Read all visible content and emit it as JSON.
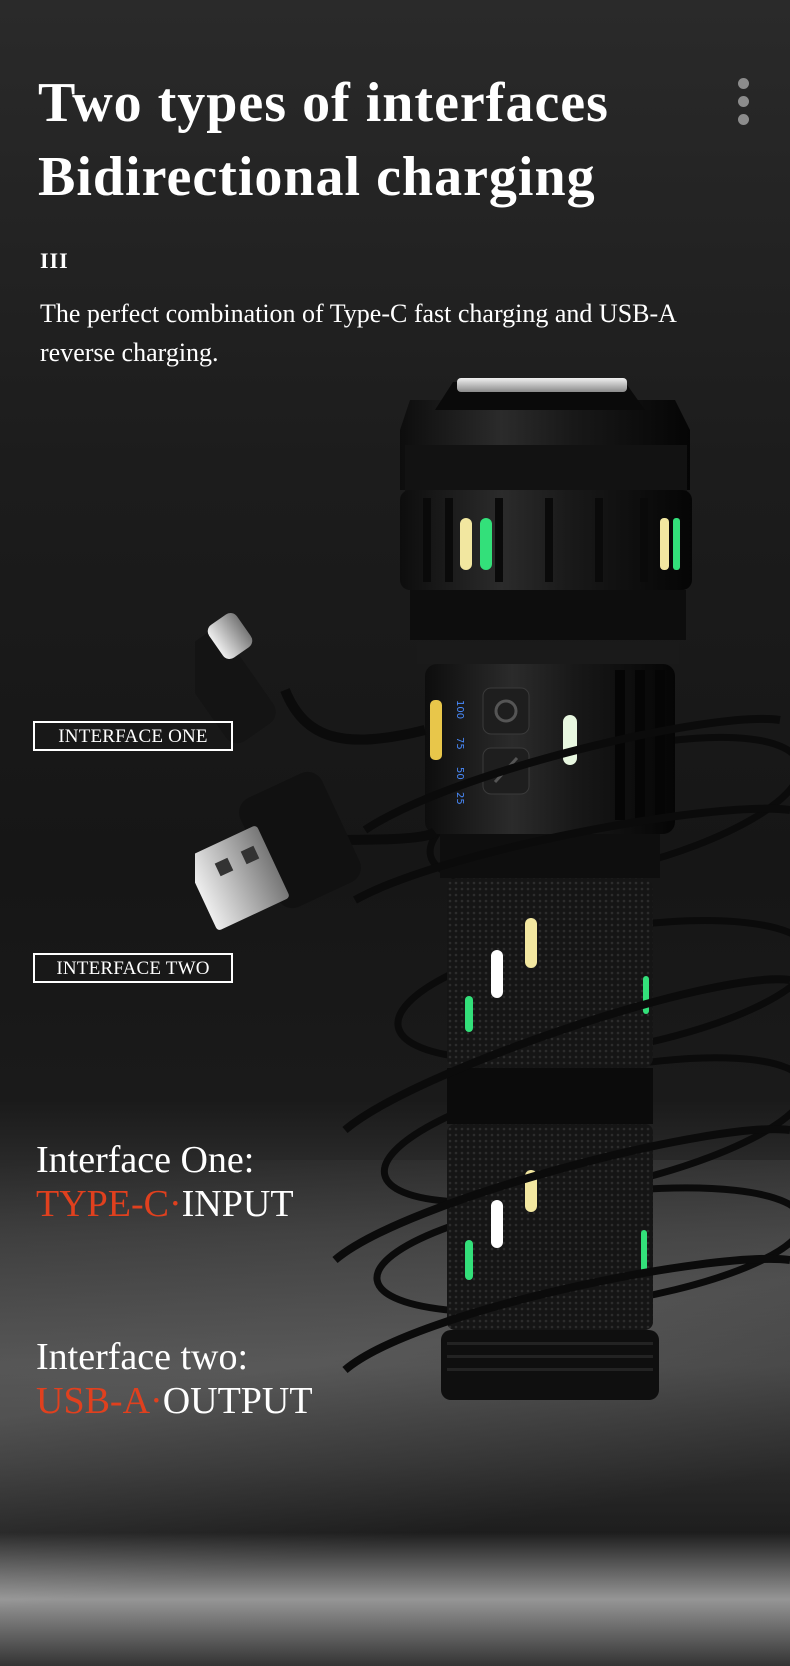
{
  "title": {
    "line1": "Two types of interfaces",
    "line2": "Bidirectional charging"
  },
  "decor_bars": "III",
  "subtitle": "The perfect combination of Type-C fast charging and USB-A reverse charging.",
  "labels": {
    "interface_one_tag": "INTERFACE ONE",
    "interface_two_tag": "INTERFACE TWO"
  },
  "spec_one": {
    "heading": "Interface One:",
    "accent": "TYPE-C",
    "dot": "·",
    "rest": "INPUT"
  },
  "spec_two": {
    "heading": "Interface two:",
    "accent": "USB-A",
    "dot": "·",
    "rest": "OUTPUT"
  },
  "flashlight": {
    "battery_levels": [
      "100",
      "75",
      "50",
      "25"
    ]
  },
  "colors": {
    "accent": "#e0401e",
    "glow_green": "#33e07a",
    "glow_yellow": "#f2e7a0"
  }
}
